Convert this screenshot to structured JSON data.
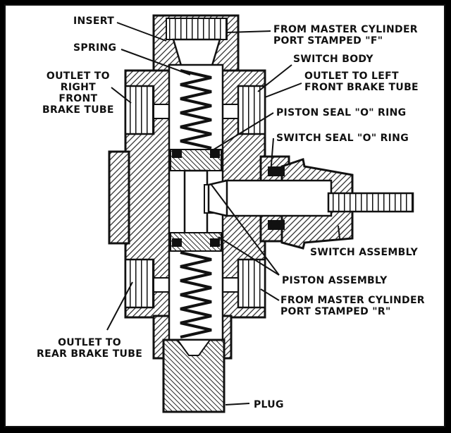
{
  "labels": {
    "insert": "INSERT",
    "spring": "SPRING",
    "outlet_right_front": [
      "OUTLET TO",
      "RIGHT",
      "FRONT",
      "BRAKE TUBE"
    ],
    "from_master_f": [
      "FROM MASTER CYLINDER",
      "PORT STAMPED \"F\""
    ],
    "switch_body": "SWITCH BODY",
    "outlet_left_front": [
      "OUTLET TO LEFT",
      "FRONT BRAKE TUBE"
    ],
    "piston_seal": "PISTON SEAL \"O\" RING",
    "switch_seal": "SWITCH SEAL \"O\" RING",
    "switch_assembly": "SWITCH ASSEMBLY",
    "piston_assembly": "PISTON ASSEMBLY",
    "from_master_r": [
      "FROM MASTER CYLINDER",
      "PORT STAMPED \"R\""
    ],
    "outlet_rear": [
      "OUTLET TO",
      "REAR BRAKE TUBE"
    ],
    "plug": "PLUG"
  },
  "colors": {
    "ink": "#111111",
    "paper": "#ffffff",
    "shade": "#555555"
  }
}
